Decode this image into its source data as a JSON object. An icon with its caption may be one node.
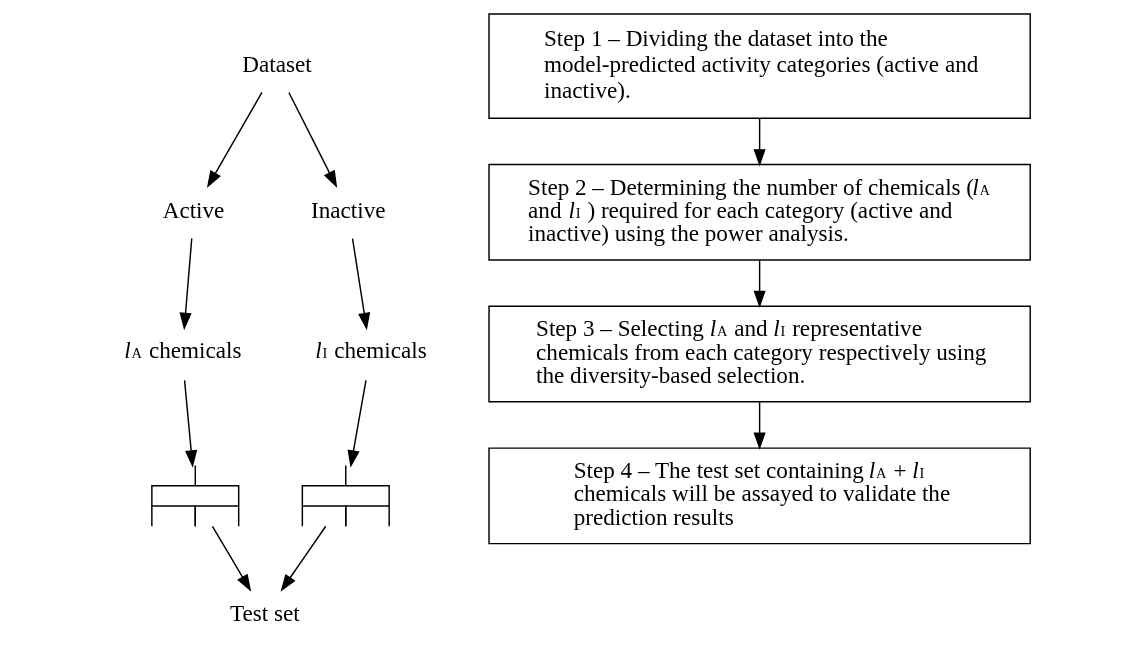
{
  "diagram": {
    "nodes": [
      {
        "text": [
          "Dataset"
        ]
      },
      {
        "text": [
          "Active"
        ]
      },
      {
        "text": [
          "Inactive"
        ]
      },
      {
        "text": [
          "*l*$_{A}$ chemicals"
        ]
      },
      {
        "text": [
          "*l*$_{I}$ chemicals"
        ]
      },
      {
        "text": [],
        "shape": "picture"
      },
      {
        "text": [],
        "shape": "picture"
      },
      {
        "text": [
          "Test set"
        ]
      },
      {
        "text": [
          "Step 1 – Dividing the dataset into the model-predicted activity categories (active and inactive)."
        ]
      },
      {
        "text": [
          "Step 2 – Determining the number of chemicals (*l*$_{A}$ and *l*$_{I}$ ) required for each category (active and inactive) using the power analysis."
        ]
      },
      {
        "text": [
          "Step 3 – Selecting *l*$_{A}$ and *l*$_{I}$ representative chemicals from each category respectively using the diversity-based selection."
        ]
      },
      {
        "text": [
          "Step 4 – The test set containing *l*$_{A}$ + *l*$_{I}$ chemicals will be assayed to validate the prediction results"
        ]
      }
    ],
    "edges": [
      {
        "from": 0,
        "to": 1,
        "arrow": "to"
      },
      {
        "from": 0,
        "to": 2,
        "arrow": "to"
      },
      {
        "from": 1,
        "to": 3,
        "arrow": "to"
      },
      {
        "from": 2,
        "to": 4,
        "arrow": "to"
      },
      {
        "from": 3,
        "to": 5,
        "arrow": "to"
      },
      {
        "from": 4,
        "to": 6,
        "arrow": "to"
      },
      {
        "from": 5,
        "to": 7,
        "arrow": "to"
      },
      {
        "from": 6,
        "to": 7,
        "arrow": "to"
      },
      {
        "from": 8,
        "to": 9,
        "arrow": "to"
      },
      {
        "from": 9,
        "to": 10,
        "arrow": "to"
      },
      {
        "from": 10,
        "to": 11,
        "arrow": "to"
      }
    ]
  }
}
